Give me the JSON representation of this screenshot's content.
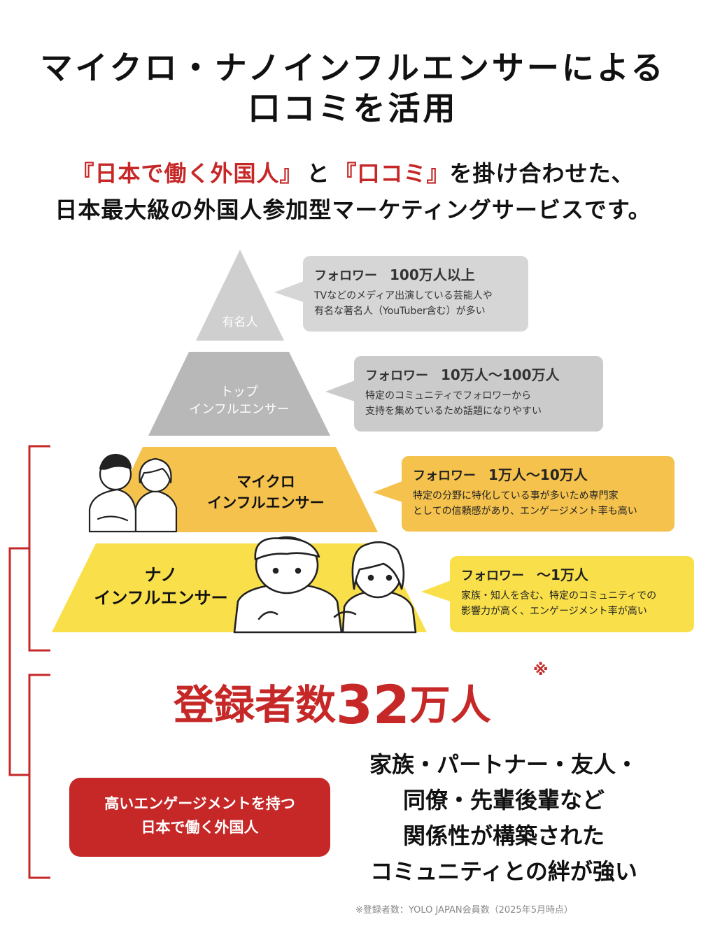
{
  "title": {
    "line1": "マイクロ・ナノインフルエンサーによる",
    "line2": "口コミを活用"
  },
  "subtitle": {
    "q1": "『日本で働く外国人』",
    "and": "と",
    "q2": "『口コミ』",
    "rest1": "を掛け合わせた、",
    "line2": "日本最大級の外国人参加型マーケティングサービスです。"
  },
  "tiers": [
    {
      "label_lines": [
        "有名人"
      ],
      "followers_label": "フォロワー",
      "followers_value": "100万人以上",
      "desc_lines": [
        "TVなどのメディア出演している芸能人や",
        "有名な著名人（YouTuber含む）が多い"
      ]
    },
    {
      "label_lines": [
        "トップ",
        "インフルエンサー"
      ],
      "followers_label": "フォロワー",
      "followers_value": "10万人〜100万人",
      "desc_lines": [
        "特定のコミュニティでフォロワーから",
        "支持を集めているため話題になりやすい"
      ]
    },
    {
      "label_lines": [
        "マイクロ",
        "インフルエンサー"
      ],
      "followers_label": "フォロワー",
      "followers_value": "1万人〜10万人",
      "desc_lines": [
        "特定の分野に特化している事が多いため専門家",
        "としての信頼感があり、エンゲージメント率も高い"
      ]
    },
    {
      "label_lines": [
        "ナノ",
        "インフルエンサー"
      ],
      "followers_label": "フォロワー",
      "followers_value": "〜1万人",
      "desc_lines": [
        "家族・知人を含む、特定のコミュニティでの",
        "影響力が高く、エンゲージメント率が高い"
      ]
    }
  ],
  "colors": {
    "gray_light": "#cfcfcf",
    "gray_dark": "#b5b5b5",
    "bubble_gray1": "#d6d6d6",
    "bubble_gray2": "#cbcbcb",
    "orange": "#f5c24d",
    "yellow": "#f9e04b",
    "red": "#c62828"
  },
  "registration": {
    "prefix": "登録者数",
    "number": "32",
    "suffix": "万人",
    "mark": "※"
  },
  "red_box": {
    "line1": "高いエンゲージメントを持つ",
    "line2": "日本で働く外国人"
  },
  "community": {
    "lines": [
      "家族・パートナー・友人・",
      "同僚・先輩後輩など",
      "関係性が構築された",
      "コミュニティとの絆が強い"
    ]
  },
  "footnote": "※登録者数：YOLO JAPAN会員数（2025年5月時点）"
}
